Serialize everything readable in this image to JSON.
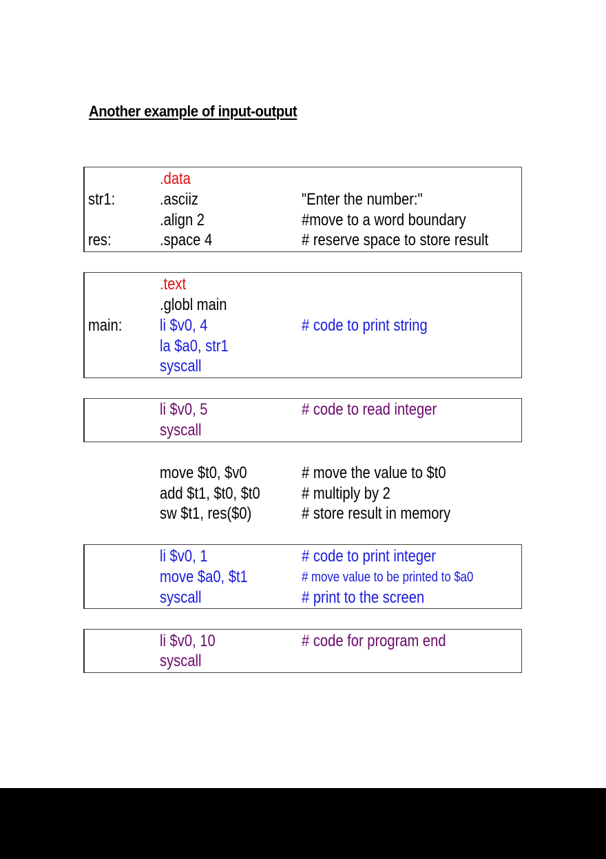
{
  "title": "Another example of input-output",
  "colors": {
    "black": "#000000",
    "red": "#e01010",
    "blue": "#1a1adc",
    "purple": "#6a0a6a"
  },
  "blocks": [
    {
      "boxed": true,
      "lines": [
        {
          "label": "",
          "instr": ".data",
          "comment": "",
          "instr_color": "#e01010",
          "comment_color": "#000000"
        },
        {
          "label": "str1:",
          "instr": ".asciiz",
          "comment": "\"Enter the number:\"",
          "instr_color": "#000000",
          "comment_color": "#000000"
        },
        {
          "label": "",
          "instr": ".align 2",
          "comment": "#move to a word boundary",
          "instr_color": "#000000",
          "comment_color": "#000000"
        },
        {
          "label": "res:",
          "instr": ".space 4",
          "comment": "# reserve space to store result",
          "instr_color": "#000000",
          "comment_color": "#000000"
        }
      ]
    },
    {
      "boxed": true,
      "lines": [
        {
          "label": "",
          "instr": ".text",
          "comment": "",
          "instr_color": "#e01010",
          "comment_color": "#000000"
        },
        {
          "label": "",
          "instr": ".globl main",
          "comment": "",
          "instr_color": "#000000",
          "comment_color": "#000000"
        },
        {
          "label": "main:",
          "instr": "li $v0, 4",
          "comment": "# code to print string",
          "instr_color": "#1a1adc",
          "comment_color": "#1a1adc"
        },
        {
          "label": "",
          "instr": "la $a0, str1",
          "comment": "",
          "instr_color": "#1a1adc",
          "comment_color": "#1a1adc"
        },
        {
          "label": "",
          "instr": "syscall",
          "comment": "",
          "instr_color": "#1a1adc",
          "comment_color": "#1a1adc"
        }
      ]
    },
    {
      "boxed": true,
      "lines": [
        {
          "label": "",
          "instr": "li $v0, 5",
          "comment": "# code to read integer",
          "instr_color": "#6a0a6a",
          "comment_color": "#6a0a6a"
        },
        {
          "label": "",
          "instr": "syscall",
          "comment": "",
          "instr_color": "#6a0a6a",
          "comment_color": "#6a0a6a"
        }
      ]
    },
    {
      "boxed": false,
      "lines": [
        {
          "label": "",
          "instr": "move $t0, $v0",
          "comment": "# move the value to $t0",
          "instr_color": "#000000",
          "comment_color": "#000000"
        },
        {
          "label": "",
          "instr": "add $t1, $t0, $t0",
          "comment": "# multiply by 2",
          "instr_color": "#000000",
          "comment_color": "#000000"
        },
        {
          "label": "",
          "instr": "sw $t1, res($0)",
          "comment": "# store result in memory",
          "instr_color": "#000000",
          "comment_color": "#000000"
        }
      ]
    },
    {
      "boxed": true,
      "lines": [
        {
          "label": "",
          "instr": "li $v0, 1",
          "comment": "# code to print integer",
          "instr_color": "#1a1adc",
          "comment_color": "#1a1adc"
        },
        {
          "label": "",
          "instr": "move $a0, $t1",
          "comment": "# move value to be printed to $a0",
          "instr_color": "#1a1adc",
          "comment_color": "#1a1adc"
        },
        {
          "label": "",
          "instr": "syscall",
          "comment": "# print to the screen",
          "instr_color": "#1a1adc",
          "comment_color": "#1a1adc"
        }
      ]
    },
    {
      "boxed": true,
      "lines": [
        {
          "label": "",
          "instr": "li $v0, 10",
          "comment": "# code for program end",
          "instr_color": "#6a0a6a",
          "comment_color": "#6a0a6a"
        },
        {
          "label": "",
          "instr": "syscall",
          "comment": "",
          "instr_color": "#6a0a6a",
          "comment_color": "#6a0a6a"
        }
      ]
    }
  ]
}
